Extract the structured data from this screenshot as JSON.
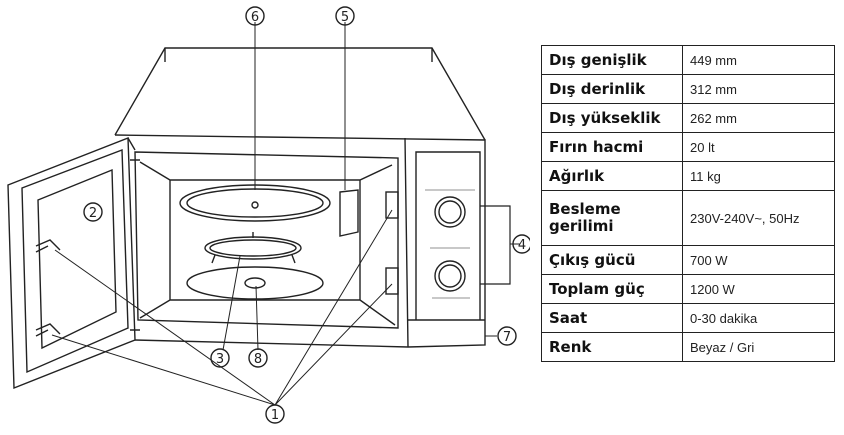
{
  "callouts": [
    "1",
    "2",
    "3",
    "4",
    "5",
    "6",
    "7",
    "8"
  ],
  "specs": [
    {
      "label": "Dış genişlik",
      "value": "449 mm"
    },
    {
      "label": "Dış derinlik",
      "value": "312 mm"
    },
    {
      "label": "Dış yükseklik",
      "value": "262 mm"
    },
    {
      "label": "Fırın hacmi",
      "value": "20 lt"
    },
    {
      "label": "Ağırlık",
      "value": "11 kg"
    },
    {
      "label": "Besleme gerilimi",
      "value": "230V-240V~, 50Hz"
    },
    {
      "label": "Çıkış gücü",
      "value": "700 W"
    },
    {
      "label": "Toplam güç",
      "value": "1200 W"
    },
    {
      "label": "Saat",
      "value": "0-30 dakika"
    },
    {
      "label": "Renk",
      "value": "Beyaz / Gri"
    }
  ]
}
